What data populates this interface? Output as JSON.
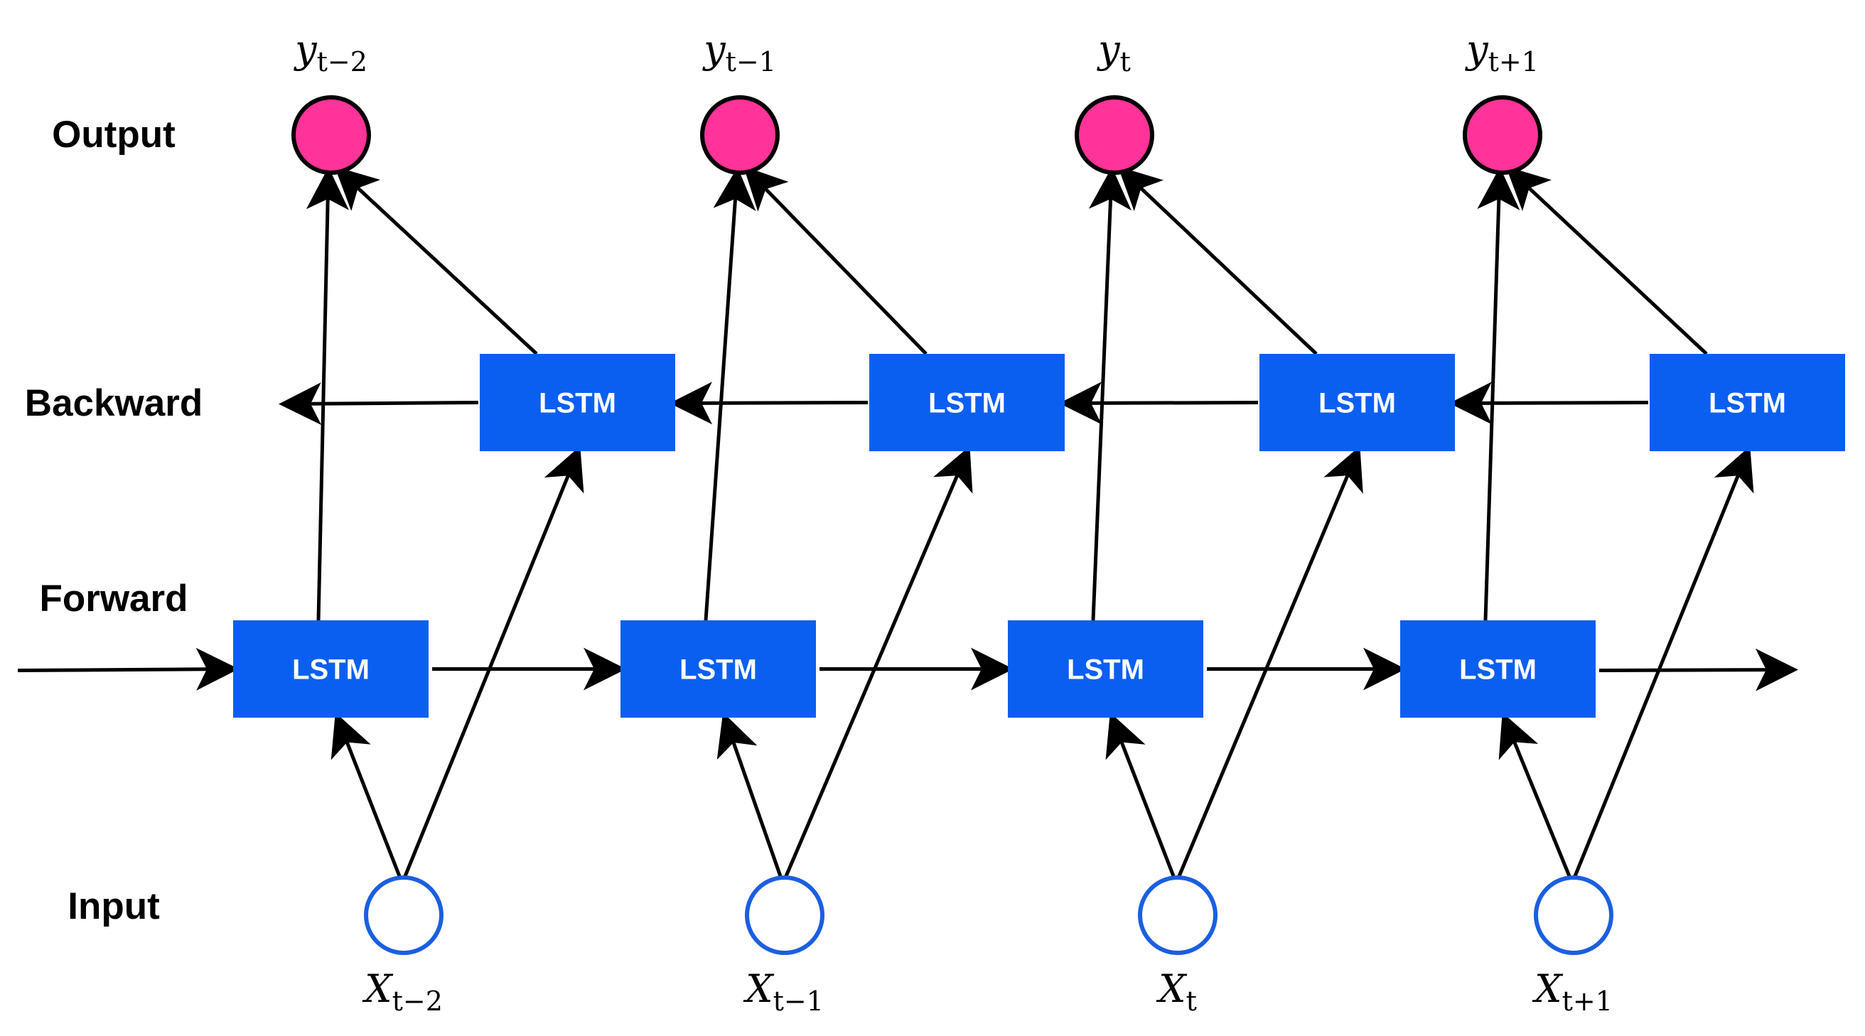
{
  "row_labels": {
    "output": "Output",
    "backward": "Backward",
    "forward": "Forward",
    "input": "Input"
  },
  "lstm_label": "LSTM",
  "outputs": [
    {
      "main": "y",
      "sub": "t−2"
    },
    {
      "main": "y",
      "sub": "t−1"
    },
    {
      "main": "y",
      "sub": "t"
    },
    {
      "main": "y",
      "sub": "t+1"
    }
  ],
  "inputs": [
    {
      "main": "X",
      "sub": "t−2"
    },
    {
      "main": "X",
      "sub": "t−1"
    },
    {
      "main": "X",
      "sub": "t"
    },
    {
      "main": "X",
      "sub": "t+1"
    }
  ],
  "colors": {
    "lstm_box": "#0b5ff0",
    "output_node": "#ff3399",
    "input_node_stroke": "#1a5fe0",
    "arrow": "#000000"
  }
}
